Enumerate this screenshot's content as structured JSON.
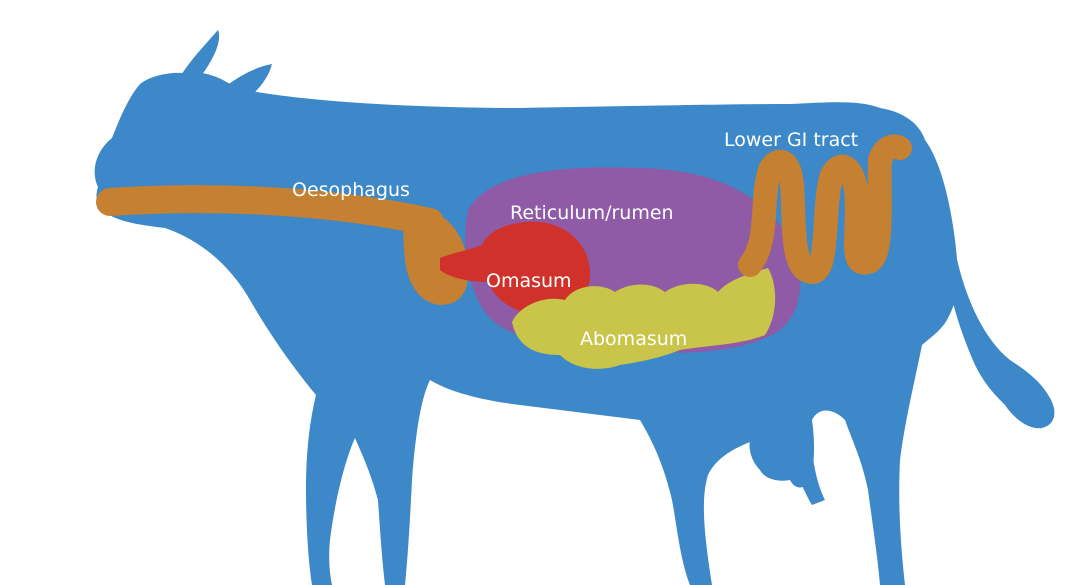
{
  "labels": {
    "oesophagus": "Oesophagus",
    "reticulum_rumen": "Reticulum/rumen",
    "omasum": "Omasum",
    "abomasum": "Abomasum",
    "lower_gi": "Lower GI tract"
  },
  "colors": {
    "background": "#ffffff",
    "cow_body": "#3c88c8",
    "oesophagus": "#c58031",
    "reticulum_rumen": "#8f5aa6",
    "omasum": "#d0322b",
    "abomasum": "#c9c44a",
    "lower_gi": "#c58031",
    "label_text": "#ffffff"
  }
}
